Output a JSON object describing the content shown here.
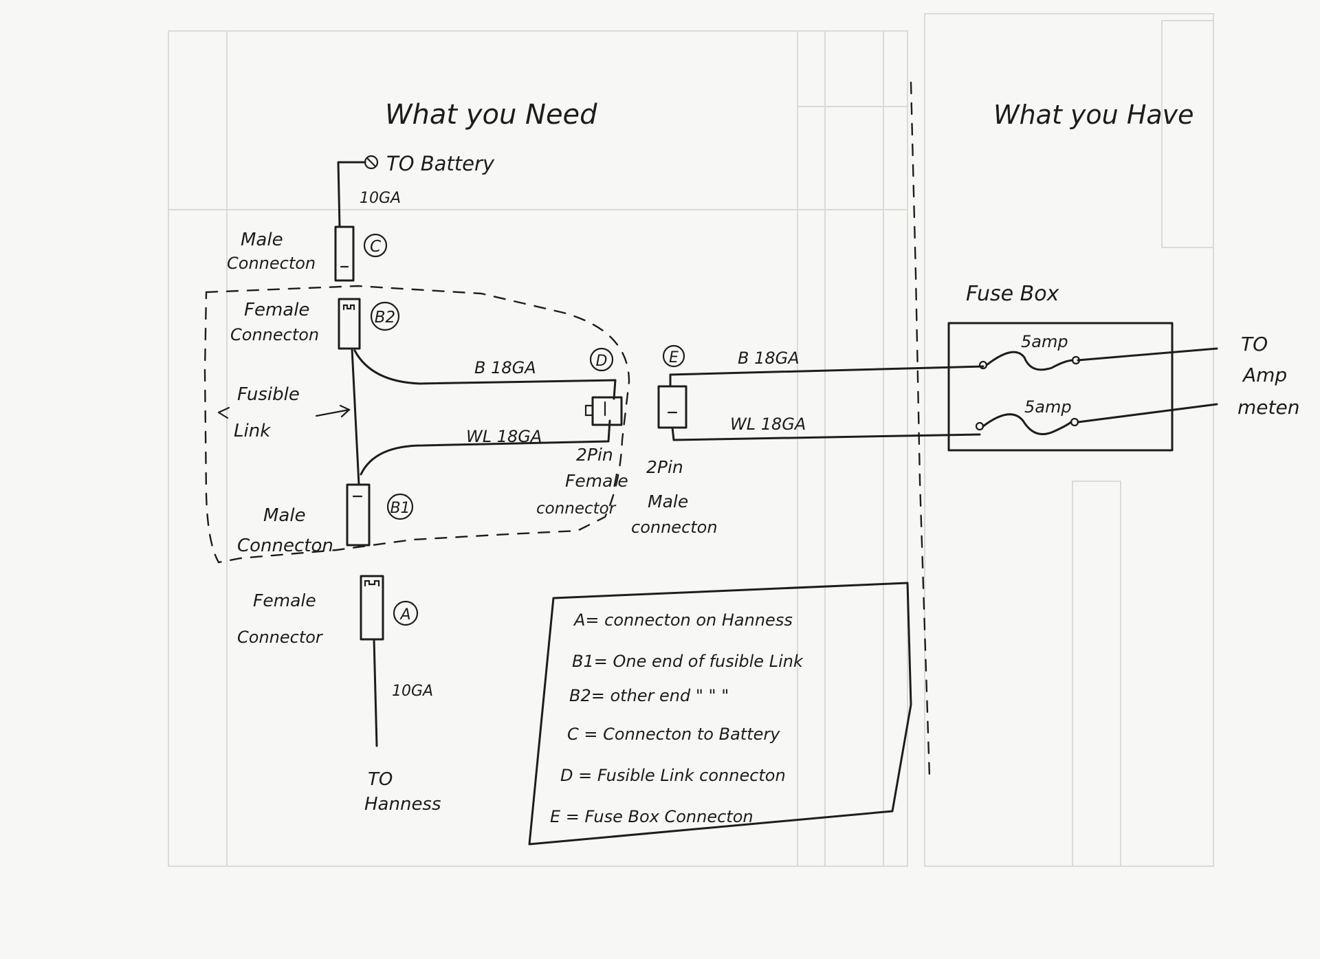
{
  "headings": {
    "need": "What you Need",
    "have": "What you Have"
  },
  "battery": {
    "label": "TO Battery",
    "gauge": "10GA"
  },
  "harness": {
    "label_line1": "TO",
    "label_line2": "Hanness",
    "gauge": "10GA"
  },
  "connectors": {
    "c": {
      "tag": "C",
      "line1": "Male",
      "line2": "Connecton"
    },
    "b2": {
      "tag": "B2",
      "line1": "Female",
      "line2": "Connecton"
    },
    "b1": {
      "tag": "B1",
      "line1": "Male",
      "line2": "Connecton"
    },
    "a": {
      "tag": "A",
      "line1": "Female",
      "line2": "Connector"
    },
    "d": {
      "tag": "D",
      "line1": "2Pin",
      "line2": "Female",
      "line3": "connector"
    },
    "e": {
      "tag": "E",
      "line1": "2Pin",
      "line2": "Male",
      "line3": "connecton"
    }
  },
  "fusible_link": {
    "line1": "Fusible",
    "line2": "Link"
  },
  "wires": {
    "d_top": "B 18GA",
    "d_bottom": "WL 18GA",
    "e_top": "B 18GA",
    "e_bottom": "WL 18GA"
  },
  "fuse_box": {
    "title": "Fuse Box",
    "fuse1": "5amp",
    "fuse2": "5amp",
    "out_line1": "TO",
    "out_line2": "Amp",
    "out_line3": "meten"
  },
  "legend": [
    "A= connecton on Hanness",
    "B1= One end of fusible Link",
    "B2= other end \"  \"  \"",
    "C = Connecton to Battery",
    "D = Fusible Link connecton",
    "E = Fuse Box Connecton"
  ]
}
